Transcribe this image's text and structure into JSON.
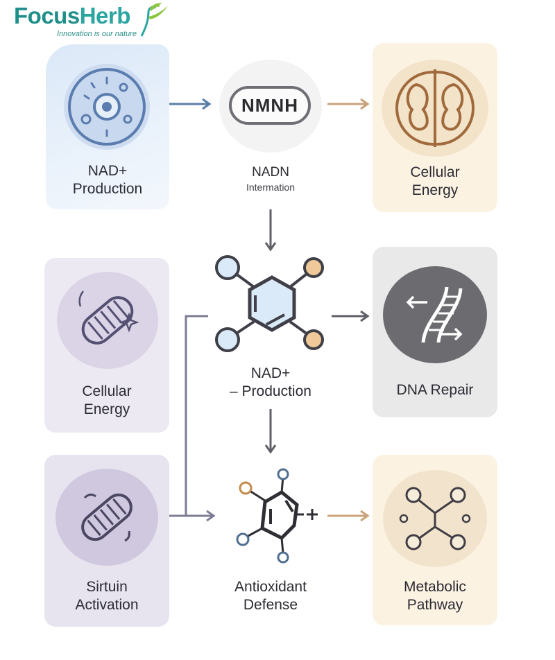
{
  "logo": {
    "word_part1": "Focus",
    "word_part2": "Herb",
    "tagline": "Innovation is our nature"
  },
  "nodes": {
    "nad_production": {
      "label": "NAD+\nProduction"
    },
    "nmnh": {
      "badge": "NMNH",
      "label": "NADN",
      "sublabel": "Intermation"
    },
    "cellular_energy_top": {
      "label": "Cellular\nEnergy"
    },
    "cellular_energy_left": {
      "label": "Cellular\nEnergy"
    },
    "nad_production_center": {
      "label": "NAD+\n– Production"
    },
    "dna_repair": {
      "label": "DNA Repair"
    },
    "sirtuin_activation": {
      "label": "Sirtuin\nActivation"
    },
    "antioxidant_defense": {
      "label": "Antioxidant\nDefense"
    },
    "metabolic_pathway": {
      "label": "Metabolic\nPathway"
    }
  },
  "colors": {
    "blue_arrow": "#5a7fa6",
    "tan_arrow": "#c9a27a",
    "gray_arrow": "#5f5f68",
    "purple_arrow": "#7c7c94"
  }
}
